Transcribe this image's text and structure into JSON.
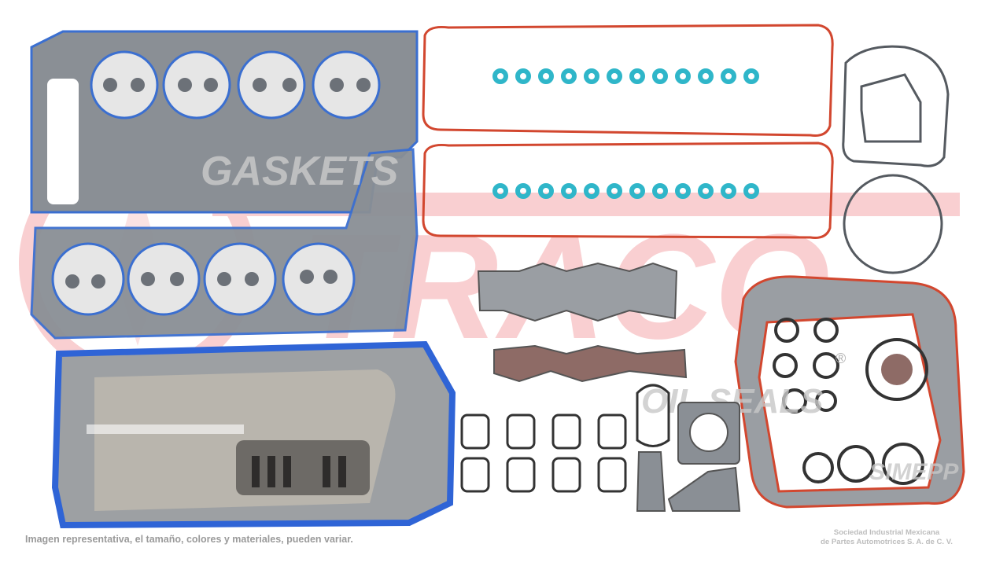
{
  "watermark": {
    "gaskets_text": "GASKETS",
    "brand_text": "TRACO",
    "oil_seals_text": "OIL SEALS",
    "registered_mark": "®",
    "simepp_text": "SIMEPP"
  },
  "caption": {
    "disclaimer": "Imagen representativa, el tamaño, colores y materiales, pueden variar.",
    "company_line1": "Sociedad Industrial Mexicana",
    "company_line2": "de Partes Automotrices S. A. de C. V."
  },
  "colors": {
    "gasket_gray": "#8a8f95",
    "bead_blue": "#3b6fd0",
    "bead_red": "#d2472f",
    "oring_teal": "#2fb6c9",
    "watermark_red": "#e8555a"
  }
}
